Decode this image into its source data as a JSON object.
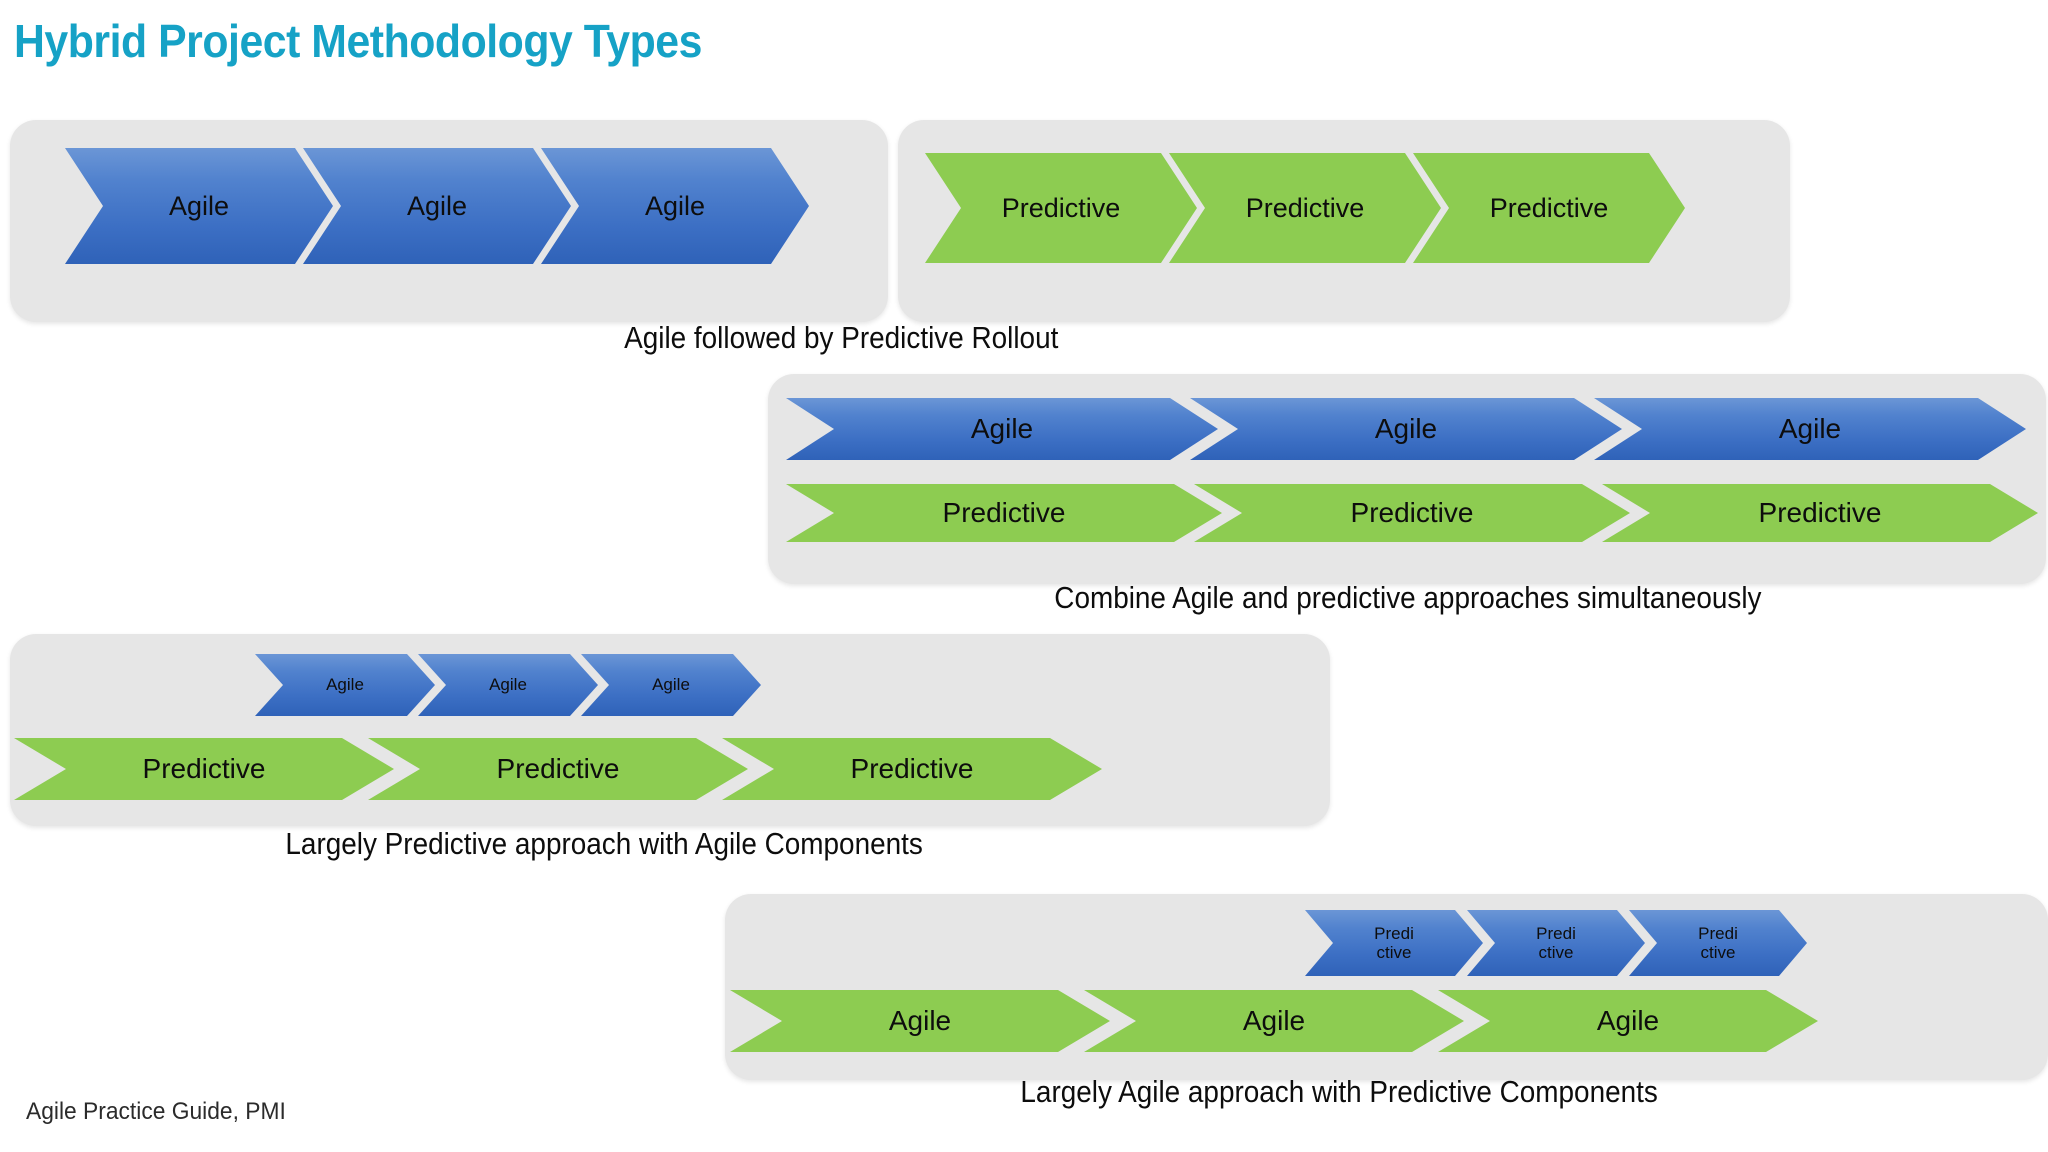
{
  "title": "Hybrid Project Methodology Types",
  "footnote": "Agile Practice Guide, PMI",
  "colors": {
    "title": "#16A2C6",
    "agile_blue": "#3C6FC4",
    "predictive_green": "#8DCC51",
    "panel_gray": "#E6E6E6",
    "background": "#FFFFFF",
    "label_text": "#0D0D0D"
  },
  "groups": [
    {
      "id": "agile-then-predictive",
      "caption": "Agile followed by Predictive Rollout",
      "panels": [
        {
          "id": "agile-phase",
          "rows": [
            {
              "id": "agile",
              "color": "blue",
              "chevrons": [
                {
                  "label": "Agile"
                },
                {
                  "label": "Agile"
                },
                {
                  "label": "Agile"
                }
              ]
            }
          ]
        },
        {
          "id": "predictive-phase",
          "rows": [
            {
              "id": "predictive",
              "color": "green",
              "chevrons": [
                {
                  "label": "Predictive"
                },
                {
                  "label": "Predictive"
                },
                {
                  "label": "Predictive"
                }
              ]
            }
          ]
        }
      ]
    },
    {
      "id": "combined-simultaneous",
      "caption": "Combine Agile and predictive approaches simultaneously",
      "panels": [
        {
          "id": "combined",
          "rows": [
            {
              "id": "agile",
              "color": "blue",
              "chevrons": [
                {
                  "label": "Agile"
                },
                {
                  "label": "Agile"
                },
                {
                  "label": "Agile"
                }
              ]
            },
            {
              "id": "predictive",
              "color": "green",
              "chevrons": [
                {
                  "label": "Predictive"
                },
                {
                  "label": "Predictive"
                },
                {
                  "label": "Predictive"
                }
              ]
            }
          ]
        }
      ]
    },
    {
      "id": "largely-predictive",
      "caption": "Largely Predictive approach with Agile Components",
      "panels": [
        {
          "id": "predictive-with-agile",
          "rows": [
            {
              "id": "agile-small",
              "color": "blue",
              "chevrons": [
                {
                  "label": "Agile"
                },
                {
                  "label": "Agile"
                },
                {
                  "label": "Agile"
                }
              ]
            },
            {
              "id": "predictive",
              "color": "green",
              "chevrons": [
                {
                  "label": "Predictive"
                },
                {
                  "label": "Predictive"
                },
                {
                  "label": "Predictive"
                }
              ]
            }
          ]
        }
      ]
    },
    {
      "id": "largely-agile",
      "caption": "Largely Agile approach with Predictive Components",
      "panels": [
        {
          "id": "agile-with-predictive",
          "rows": [
            {
              "id": "predictive-small",
              "color": "blue",
              "chevrons": [
                {
                  "line1": "Predi",
                  "line2": "ctive"
                },
                {
                  "line1": "Predi",
                  "line2": "ctive"
                },
                {
                  "line1": "Predi",
                  "line2": "ctive"
                }
              ]
            },
            {
              "id": "agile",
              "color": "green",
              "chevrons": [
                {
                  "label": "Agile"
                },
                {
                  "label": "Agile"
                },
                {
                  "label": "Agile"
                }
              ]
            }
          ]
        }
      ]
    }
  ]
}
